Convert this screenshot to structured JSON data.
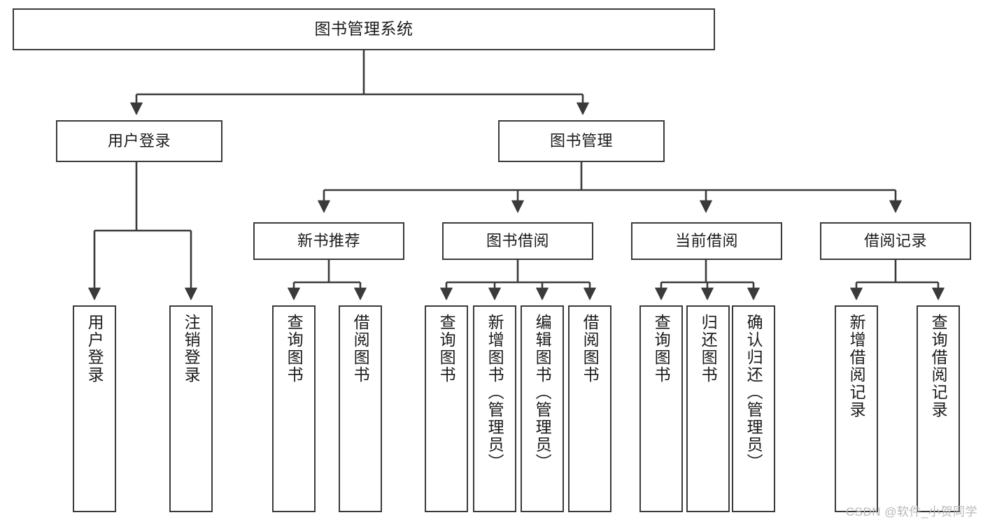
{
  "diagram": {
    "title": "图书管理系统",
    "type": "tree",
    "style": {
      "box_border_color": "#3a3a3a",
      "box_fill_color": "#ffffff",
      "edge_color": "#3a3a3a",
      "text_color": "#1b1b1b",
      "background": "#ffffff"
    },
    "levels": {
      "root": {
        "label": "图书管理系统"
      },
      "level2": [
        {
          "label": "用户登录"
        },
        {
          "label": "图书管理"
        }
      ],
      "level3": [
        {
          "label": "新书推荐"
        },
        {
          "label": "图书借阅"
        },
        {
          "label": "当前借阅"
        },
        {
          "label": "借阅记录"
        }
      ],
      "leaves": {
        "user_login": [
          {
            "label": "用户登录"
          },
          {
            "label": "注销登录"
          }
        ],
        "new_book_recommend": [
          {
            "label": "查询图书"
          },
          {
            "label": "借阅图书"
          }
        ],
        "book_borrow": [
          {
            "label": "查询图书"
          },
          {
            "label": "新增图书（管理员）"
          },
          {
            "label": "编辑图书（管理员）"
          },
          {
            "label": "借阅图书"
          }
        ],
        "current_borrow": [
          {
            "label": "查询图书"
          },
          {
            "label": "归还图书"
          },
          {
            "label": "确认归还（管理员）"
          }
        ],
        "borrow_record": [
          {
            "label": "新增借阅记录"
          },
          {
            "label": "查询借阅记录"
          }
        ]
      }
    }
  },
  "watermark": {
    "text": "CSDN @软件_小贺同学"
  }
}
